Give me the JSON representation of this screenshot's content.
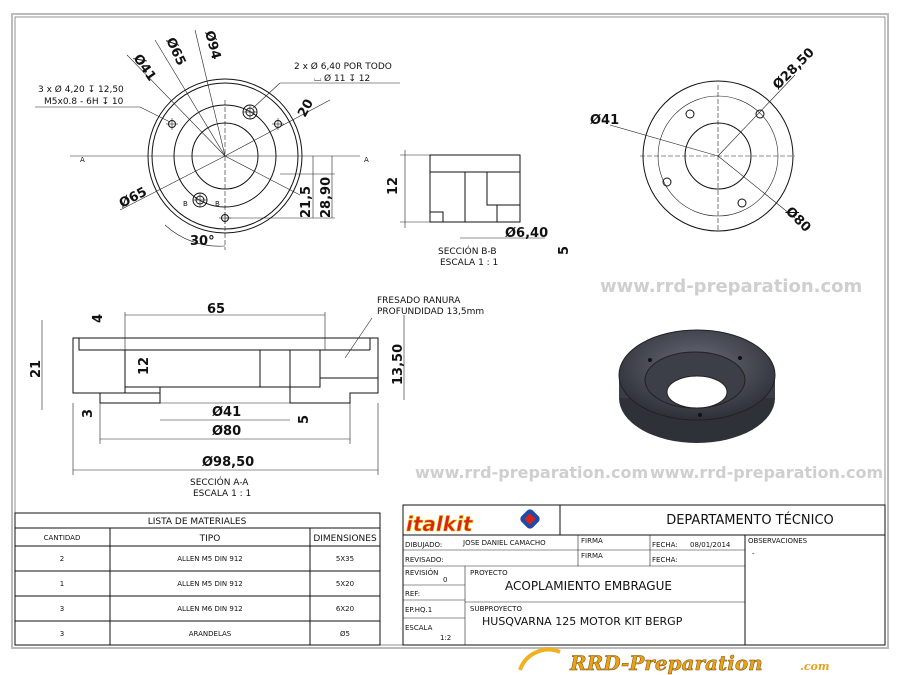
{
  "top_view": {
    "dia_41": "Ø41",
    "dia_65": "Ø65",
    "dia_94": "Ø94",
    "dia_65_lower": "Ø65",
    "note_holes_line1": "3 x Ø 4,20 ↧ 12,50",
    "note_holes_line2": "M5x0.8 - 6H ↧ 10",
    "note_thru_line1": "2 x Ø 6,40 POR TODO",
    "note_thru_line2": "⌴ Ø 11 ↧ 12",
    "dim_20": "20",
    "dim_21_5": "21,5",
    "dim_28_90": "28,90",
    "angle_30": "30°",
    "section_a_left": "A",
    "section_a_right": "A",
    "section_b_left": "B",
    "section_b_right": "B"
  },
  "section_b": {
    "dim_12": "12",
    "dim_6_40": "Ø6,40",
    "dim_5": "5",
    "title": "SECCIÓN B-B",
    "scale": "ESCALA 1 : 1"
  },
  "right_view": {
    "dia_41": "Ø41",
    "dia_28_50": "Ø28,50",
    "dia_80": "Ø80"
  },
  "section_a": {
    "dim_65": "65",
    "dim_4": "4",
    "dim_21": "21",
    "dim_12": "12",
    "dim_3": "3",
    "dim_5": "5",
    "dim_13_50": "13,50",
    "dia_41": "Ø41",
    "dia_80": "Ø80",
    "dia_98_50": "Ø98,50",
    "note_line1": "FRESADO RANURA",
    "note_line2": "PROFUNDIDAD 13,5mm",
    "title": "SECCIÓN A-A",
    "scale": "ESCALA 1 : 1"
  },
  "bom": {
    "title": "LISTA DE MATERIALES",
    "headers": [
      "CANTIDAD",
      "TIPO",
      "DIMENSIONES"
    ],
    "rows": [
      [
        "2",
        "ALLEN M5 DIN 912",
        "5X35"
      ],
      [
        "1",
        "ALLEN M5 DIN 912",
        "5X20"
      ],
      [
        "3",
        "ALLEN M6 DIN 912",
        "6X20"
      ],
      [
        "3",
        "ARANDELAS",
        "Ø5"
      ]
    ]
  },
  "title_block": {
    "logo": "italkit",
    "department": "DEPARTAMENTO TÉCNICO",
    "drawn_label": "DIBUJADO:",
    "drawn_value": "JOSE DANIEL CAMACHO",
    "reviewed_label": "REVISADO:",
    "signature_label_1": "FIRMA",
    "signature_label_2": "FIRMA",
    "date_label_1": "FECHA:",
    "date_value": "08/01/2014",
    "date_label_2": "FECHA:",
    "observations_label": "OBSERVACIONES",
    "observations_value": "-",
    "revision_label": "REVISIÓN",
    "revision_value": "0",
    "project_label": "PROYECTO",
    "part_name": "ACOPLAMIENTO EMBRAGUE",
    "ref_label": "REF:",
    "ref_value": "EP.HQ.1",
    "subproject_label": "SUBPROYECTO",
    "subproject_value": "HUSQVARNA 125 MOTOR KIT BERGP",
    "scale_label": "ESCALA",
    "scale_value": "1:2"
  },
  "watermark": {
    "text": "www.rrd-preparation.com",
    "logo": "RRD-Preparation",
    "logo_sub": ".com"
  },
  "colors": {
    "hatch": "#555555",
    "render": "#4a4c58",
    "logo_red": "#d8221c",
    "logo_yellow": "#f6c400",
    "watermark_gold": "#e8a21a"
  }
}
